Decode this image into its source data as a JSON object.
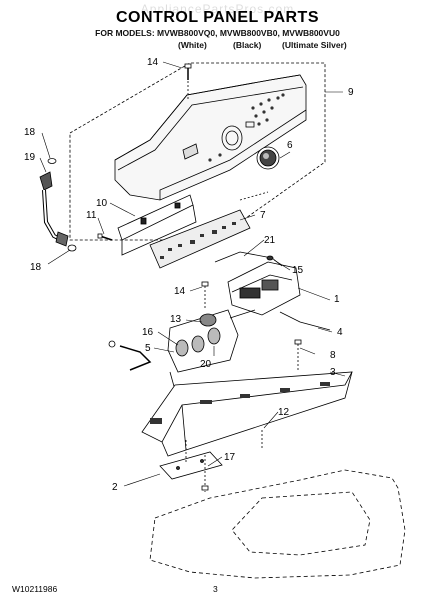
{
  "header": {
    "watermark": "AppliancePartsPros.com",
    "title": "CONTROL PANEL PARTS",
    "models_line": "FOR MODELS: MVWB800VQ0, MVWB800VB0, MVWB800VU0",
    "variants": [
      "(White)",
      "(Black)",
      "(Ultimate Silver)"
    ]
  },
  "callouts": [
    "14",
    "9",
    "18",
    "19",
    "6",
    "10",
    "11",
    "7",
    "21",
    "18",
    "15",
    "14",
    "1",
    "13",
    "16",
    "4",
    "5",
    "20",
    "8",
    "3",
    "12",
    "17",
    "2"
  ],
  "footer": {
    "doc_number": "W10211986",
    "page_number": "3"
  }
}
